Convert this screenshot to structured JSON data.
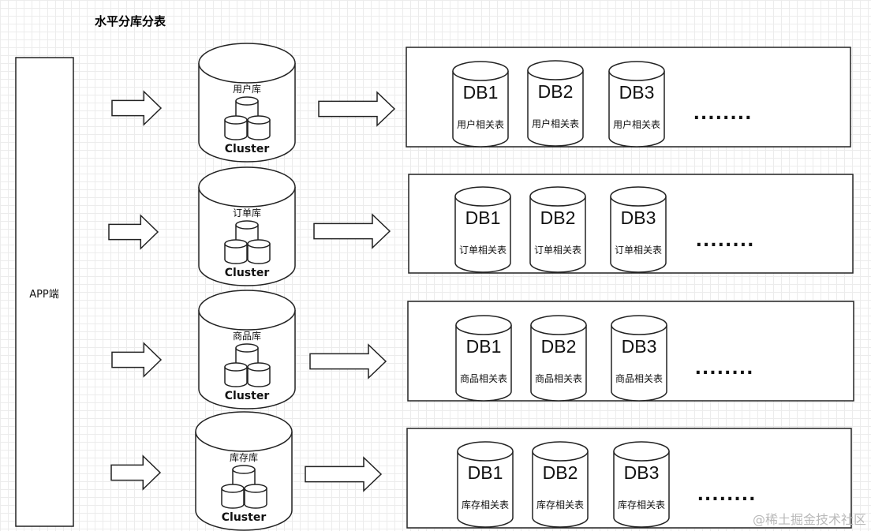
{
  "title": "水平分库分表",
  "app_label": "APP端",
  "rows": [
    {
      "db_name": "用户库",
      "cluster_label": "Cluster",
      "dbs": [
        {
          "name": "DB1",
          "table": "用户相关表"
        },
        {
          "name": "DB2",
          "table": "用户相关表"
        },
        {
          "name": "DB3",
          "table": "用户相关表"
        }
      ],
      "ellipsis": "........"
    },
    {
      "db_name": "订单库",
      "cluster_label": "Cluster",
      "dbs": [
        {
          "name": "DB1",
          "table": "订单相关表"
        },
        {
          "name": "DB2",
          "table": "订单相关表"
        },
        {
          "name": "DB3",
          "table": "订单相关表"
        }
      ],
      "ellipsis": "........"
    },
    {
      "db_name": "商品库",
      "cluster_label": "Cluster",
      "dbs": [
        {
          "name": "DB1",
          "table": "商品相关表"
        },
        {
          "name": "DB2",
          "table": "商品相关表"
        },
        {
          "name": "DB3",
          "table": "商品相关表"
        }
      ],
      "ellipsis": "........"
    },
    {
      "db_name": "库存库",
      "cluster_label": "Cluster",
      "dbs": [
        {
          "name": "DB1",
          "table": "库存相关表"
        },
        {
          "name": "DB2",
          "table": "库存相关表"
        },
        {
          "name": "DB3",
          "table": "库存相关表"
        }
      ],
      "ellipsis": "........"
    }
  ],
  "watermark": "@稀土掘金技术社区"
}
